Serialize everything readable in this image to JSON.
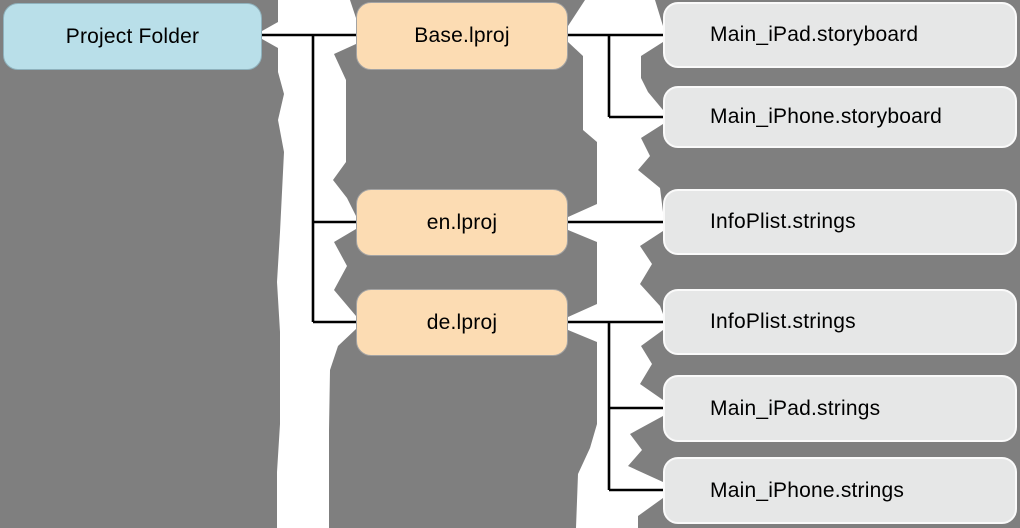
{
  "colors": {
    "background": "#7f7f7f",
    "tear_white": "#ffffff",
    "project_folder_fill": "#b9dfe9",
    "lproj_fill": "#fcdcb3",
    "file_fill": "#e6e7e7",
    "connector_line": "#000000"
  },
  "nodes": {
    "project_folder": {
      "label": "Project Folder"
    },
    "base_lproj": {
      "label": "Base.lproj"
    },
    "en_lproj": {
      "label": "en.lproj"
    },
    "de_lproj": {
      "label": "de.lproj"
    },
    "main_ipad_storyboard": {
      "label": "Main_iPad.storyboard"
    },
    "main_iphone_storyboard": {
      "label": "Main_iPhone.storyboard"
    },
    "infoplist_strings_en": {
      "label": "InfoPlist.strings"
    },
    "infoplist_strings_de": {
      "label": "InfoPlist.strings"
    },
    "main_ipad_strings": {
      "label": "Main_iPad.strings"
    },
    "main_iphone_strings": {
      "label": "Main_iPhone.strings"
    }
  },
  "hierarchy": {
    "Project Folder": {
      "Base.lproj": [
        "Main_iPad.storyboard",
        "Main_iPhone.storyboard"
      ],
      "en.lproj": [
        "InfoPlist.strings"
      ],
      "de.lproj": [
        "InfoPlist.strings",
        "Main_iPad.strings",
        "Main_iPhone.strings"
      ]
    }
  }
}
